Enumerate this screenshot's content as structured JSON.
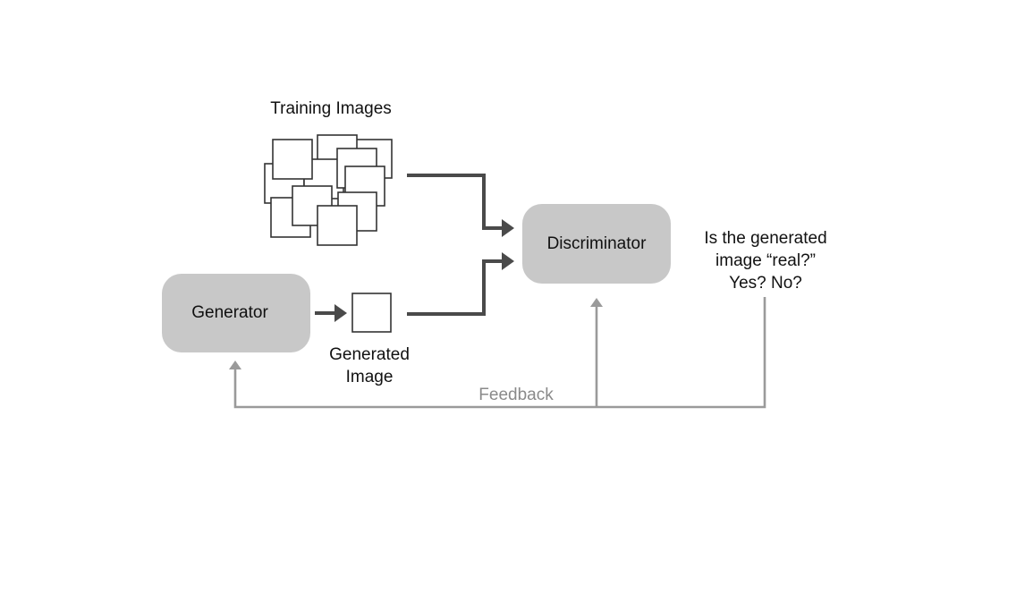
{
  "labels": {
    "training_images": "Training Images",
    "generator": "Generator",
    "generated_image_line1": "Generated",
    "generated_image_line2": "Image",
    "discriminator": "Discriminator",
    "question_line1": "Is the generated",
    "question_line2": "image “real?”",
    "question_line3": "Yes? No?",
    "feedback": "Feedback"
  },
  "colors": {
    "box_fill": "#c8c8c8",
    "forward_arrow": "#4a4a4a",
    "feedback_arrow": "#9a9a9a",
    "feedback_text": "#8a8a8a",
    "image_outline": "#333333"
  }
}
